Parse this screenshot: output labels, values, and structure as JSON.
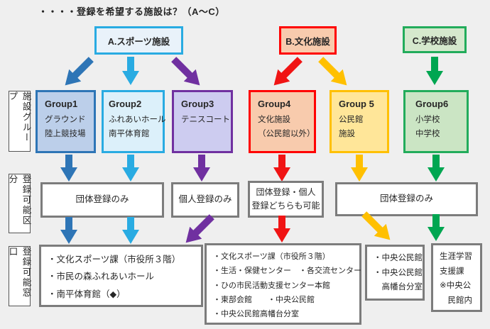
{
  "heading": "・・・・登録を希望する施設は？（A～C）",
  "colors": {
    "blue": "#2E75B6",
    "cyan": "#29ABE2",
    "purple": "#7030A0",
    "red": "#F01414",
    "yellow": "#FFC000",
    "green": "#00A651",
    "gray_border": "#7C7C7C"
  },
  "top_boxes": [
    {
      "label": "A.スポーツ施設",
      "border": "#29ABE2",
      "fill": "#E9F2FA"
    },
    {
      "label": "B.文化施設",
      "border": "#FF0000",
      "fill": "#F8CBAD"
    },
    {
      "label": "C.学校施設",
      "border": "#22AC5B",
      "fill": "#D5E8CD"
    }
  ],
  "row_labels": [
    {
      "label": "施設グループ"
    },
    {
      "label": "登録可能区分"
    },
    {
      "label": "登録可能窓口"
    }
  ],
  "groups": [
    {
      "title": "Group1",
      "lines": [
        "グラウンド",
        "陸上競技場"
      ],
      "border": "#2E75B6",
      "fill": "#BCCFEA"
    },
    {
      "title": "Group2",
      "lines": [
        "ふれあいホール",
        "南平体育館"
      ],
      "border": "#29ABE2",
      "fill": "#DCF0FA"
    },
    {
      "title": "Group3",
      "lines": [
        "テニスコート",
        ""
      ],
      "border": "#7030A0",
      "fill": "#CDCCF0"
    },
    {
      "title": "Group4",
      "lines": [
        "文化施設",
        "（公民館以外）"
      ],
      "border": "#FF0000",
      "fill": "#F8CBAD"
    },
    {
      "title": "Group 5",
      "lines": [
        "公民館",
        "施設"
      ],
      "border": "#FFC000",
      "fill": "#FFE699"
    },
    {
      "title": "Group6",
      "lines": [
        "小学校",
        "中学校"
      ],
      "border": "#22AC5B",
      "fill": "#CBE5C4"
    }
  ],
  "categories": [
    {
      "lines": [
        "団体登録のみ",
        ""
      ]
    },
    {
      "lines": [
        "個人登録のみ",
        ""
      ]
    },
    {
      "lines": [
        "団体登録・個人",
        "登録どちらも可能"
      ]
    },
    {
      "lines": [
        "団体登録のみ",
        ""
      ]
    }
  ],
  "windows": [
    {
      "lines": [
        "・文化スポーツ課（市役所３階）",
        "・市民の森ふれあいホール",
        "・南平体育館（◆）"
      ]
    },
    {
      "lines": [
        "・文化スポーツ課（市役所３階）",
        "・生活・保健センター　・各交流センター",
        "・ひの市民活動支援センター本館",
        "・東部会館　　・中央公民館",
        "・中央公民館高幡台分室"
      ]
    },
    {
      "lines": [
        "・中央公民館",
        "・中央公民館",
        "　高幡台分室"
      ]
    },
    {
      "lines": [
        "生涯学習",
        "支援課",
        "※中央公",
        "　民館内"
      ]
    }
  ]
}
